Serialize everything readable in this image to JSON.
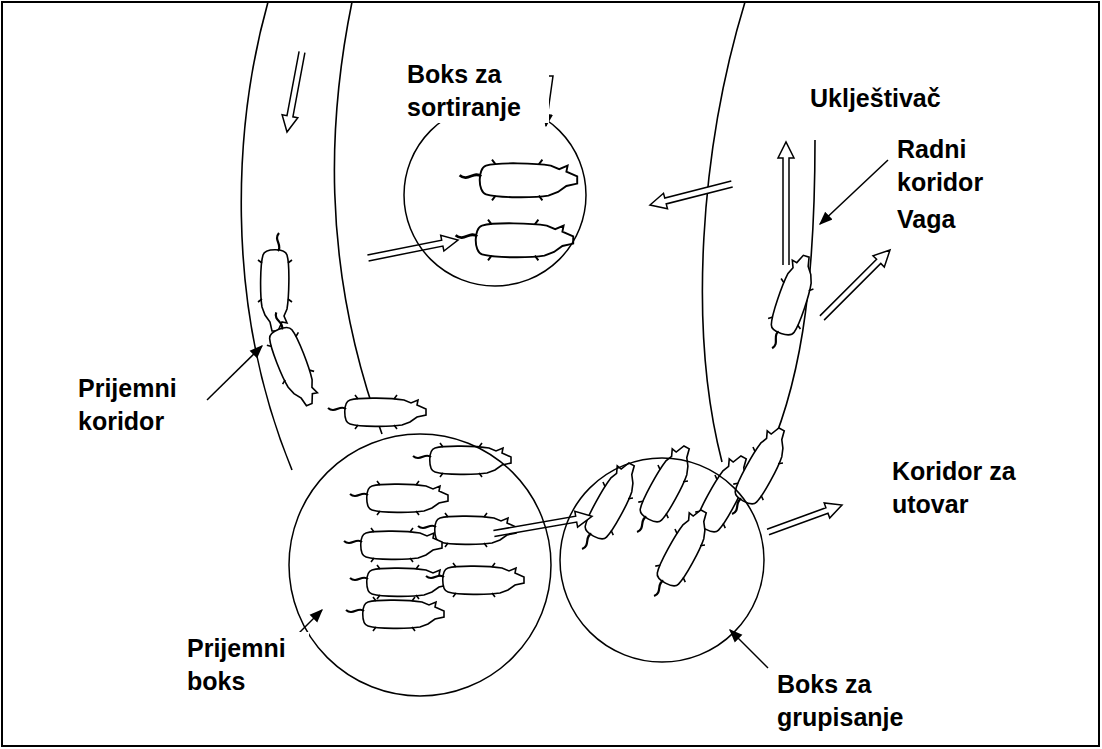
{
  "diagram": {
    "nodes": [
      {
        "text": [
          "Boks za sortiranje"
        ]
      },
      {
        "text": [
          "Prijemni boks"
        ]
      },
      {
        "text": [
          "Boks za grupisanje"
        ]
      }
    ],
    "edges": [
      {
        "from": 1,
        "to": 2,
        "arrow": "to"
      }
    ],
    "labels": [
      "Uklještivač",
      "Radni koridor",
      "Vaga",
      "Koridor za utovar",
      "Prijemni koridor"
    ]
  }
}
